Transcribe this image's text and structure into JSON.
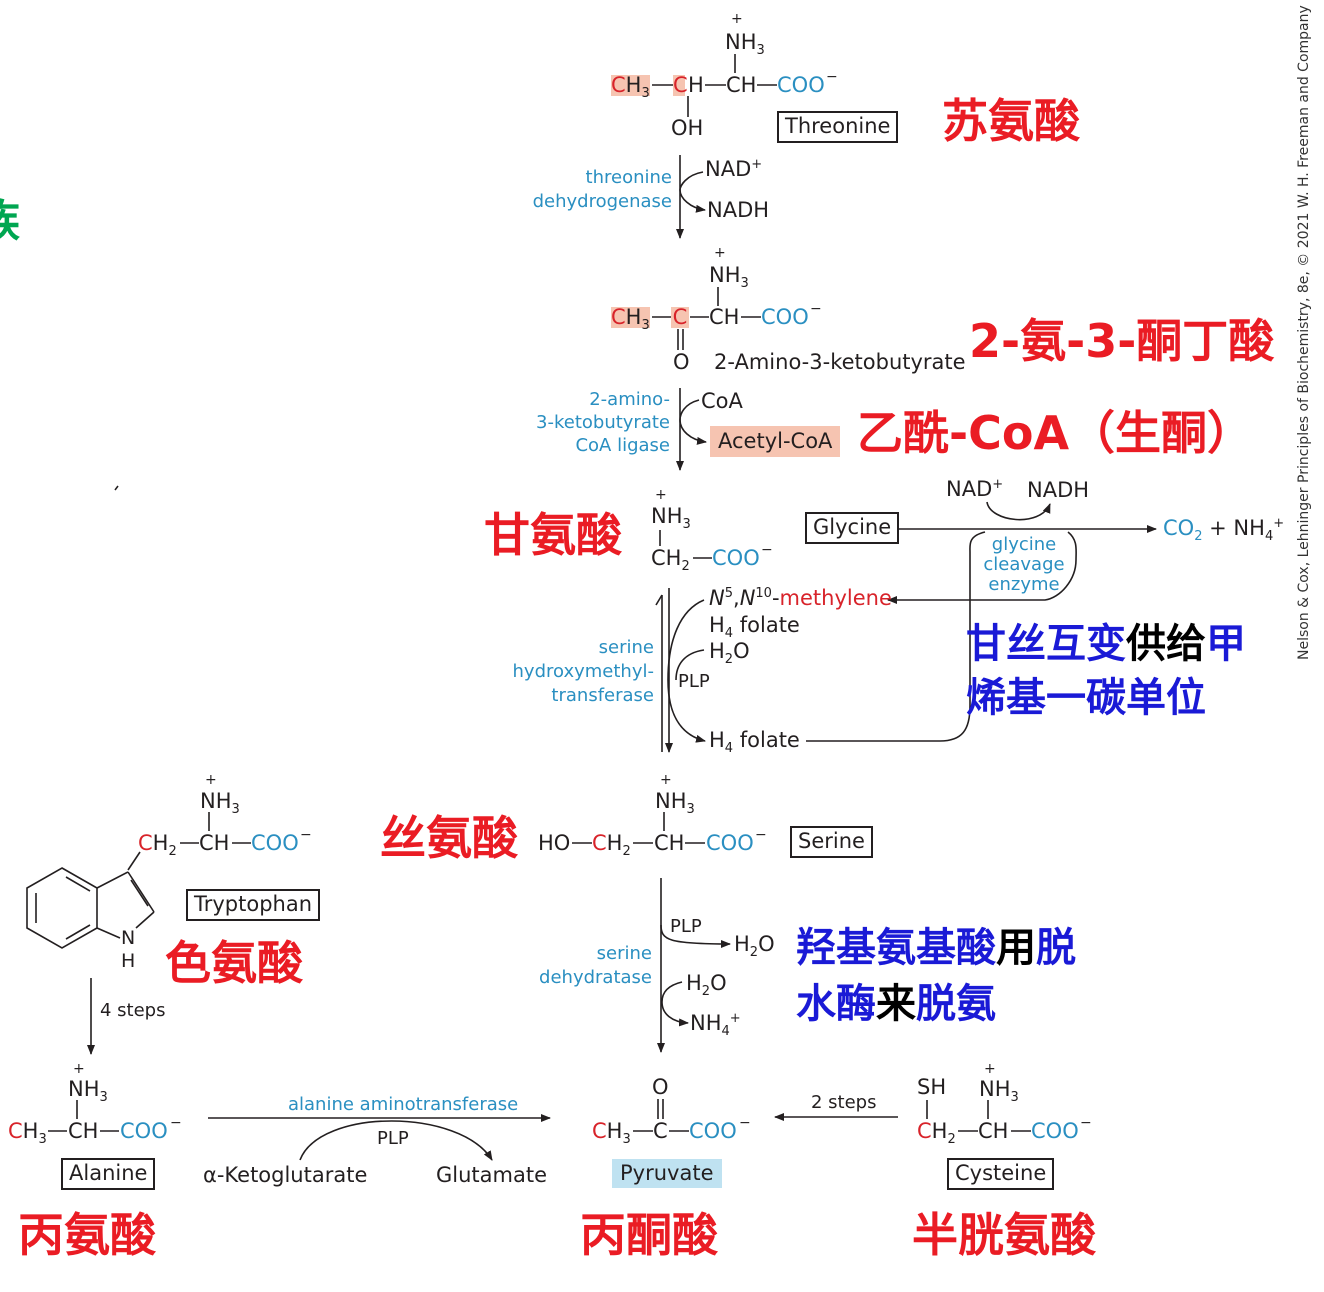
{
  "structures": {
    "threonine": {
      "nh3": "NH3",
      "plus": "+",
      "chain_a": "CH3",
      "chain_b": "CH",
      "chain_c": "CH",
      "coo": "COO",
      "oh": "OH",
      "label": "Threonine"
    },
    "ketobutyrate": {
      "nh3": "NH3",
      "plus": "+",
      "chain_a": "CH3",
      "chain_b": "C",
      "chain_c": "CH",
      "coo": "COO",
      "o": "O",
      "label": "2-Amino-3-ketobutyrate"
    },
    "glycine": {
      "nh3": "NH3",
      "plus": "+",
      "ch2": "CH2",
      "coo": "COO",
      "label": "Glycine"
    },
    "serine": {
      "nh3": "NH3",
      "plus": "+",
      "ho": "HO",
      "ch2": "CH2",
      "ch": "CH",
      "coo": "COO",
      "label": "Serine"
    },
    "tryptophan": {
      "nh3": "NH3",
      "plus": "+",
      "ch2": "CH2",
      "ch": "CH",
      "coo": "COO",
      "n": "N",
      "h": "H",
      "label": "Tryptophan"
    },
    "alanine": {
      "nh3": "NH3",
      "plus": "+",
      "ch3": "CH3",
      "ch": "CH",
      "coo": "COO",
      "label": "Alanine"
    },
    "pyruvate": {
      "o": "O",
      "ch3": "CH3",
      "c": "C",
      "coo": "COO",
      "label": "Pyruvate"
    },
    "cysteine": {
      "sh": "SH",
      "nh3": "NH3",
      "plus": "+",
      "ch2": "CH2",
      "ch": "CH",
      "coo": "COO",
      "label": "Cysteine"
    }
  },
  "enzymes": {
    "threonine_dh": [
      "threonine",
      "dehydrogenase"
    ],
    "ketobutyrate_ligase": [
      "2-amino-",
      "3-ketobutyrate",
      "CoA ligase"
    ],
    "shmt": [
      "serine",
      "hydroxymethyl-",
      "transferase"
    ],
    "glycine_cleavage": [
      "glycine",
      "cleavage",
      "enzyme"
    ],
    "serine_dehydratase": [
      "serine",
      "dehydratase"
    ],
    "alanine_at": "alanine aminotransferase"
  },
  "cofactors": {
    "nad_plus": "NAD+",
    "nadh": "NADH",
    "coa": "CoA",
    "acetyl_coa": "Acetyl-CoA",
    "gly_nad": "NAD+",
    "gly_nadh": "NADH",
    "co2_nh4": "CO2 + NH4+",
    "methylene": "N5,N10-methylene",
    "h4folate_1": "H4 folate",
    "h2o_1": "H2O",
    "plp_1": "PLP",
    "h4folate_2": "H4 folate",
    "plp_2": "PLP",
    "h2o_out": "H2O",
    "h2o_in": "H2O",
    "nh4": "NH4+",
    "four_steps": "4 steps",
    "two_steps": "2 steps",
    "plp_3": "PLP",
    "ketoglutarate": "α-Ketoglutarate",
    "glutamate": "Glutamate"
  },
  "annotations": {
    "threonine_cn": "苏氨酸",
    "ketobutyrate_cn": "2-氨-3-酮丁酸",
    "acetyl_cn": "乙酰-CoA（生酮）",
    "glycine_cn": "甘氨酸",
    "gly_ser_note_1": "甘丝互变",
    "gly_ser_note_2": "供给",
    "gly_ser_note_3": "甲",
    "gly_ser_note_4": "烯基一碳单位",
    "serine_cn": "丝氨酸",
    "ser_note_1": "羟基氨基酸",
    "ser_note_2": "用",
    "ser_note_3": "脱",
    "ser_note_4": "水酶",
    "ser_note_5": "来",
    "ser_note_6": "脱氨",
    "tryptophan_cn": "色氨酸",
    "alanine_cn": "丙氨酸",
    "pyruvate_cn": "丙酮酸",
    "cysteine_cn": "半胱氨酸",
    "left_edge_glyph": "族"
  },
  "copyright": "Nelson & Cox, Lehninger Principles of Biochemistry, 8e, © 2021 W. H. Freeman and Company",
  "colors": {
    "structure": "#231f20",
    "enzyme_blue": "#2a8fc1",
    "atom_red": "#d8232a",
    "annotation_red": "#ea1c24",
    "annotation_blue": "#1a1ad6",
    "highlight_salmon": "#f6c4b1",
    "highlight_blue": "#bfe2f1"
  }
}
